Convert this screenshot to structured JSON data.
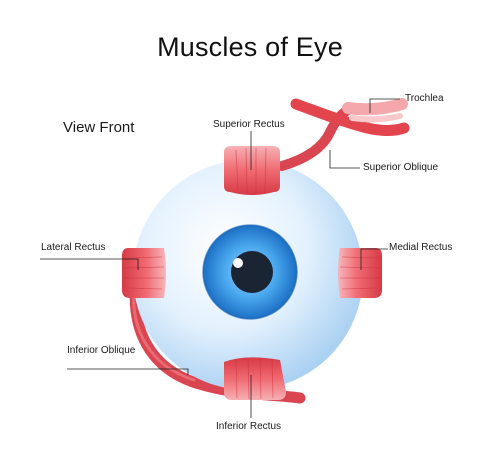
{
  "title": "Muscles of Eye",
  "view": "View Front",
  "labels": {
    "trochlea": "Trochlea",
    "superior_rectus": "Superior Rectus",
    "superior_oblique": "Superior Oblique",
    "lateral_rectus": "Lateral Rectus",
    "medial_rectus": "Medial Rectus",
    "inferior_oblique": "Inferior Oblique",
    "inferior_rectus": "Inferior Rectus"
  },
  "colors": {
    "muscle": "#e3454f",
    "muscle_light": "#f4a8ac",
    "sclera": "#d6eafa",
    "iris": "#3aa0e8",
    "pupil": "#1b2433",
    "leader_line": "#222222"
  }
}
